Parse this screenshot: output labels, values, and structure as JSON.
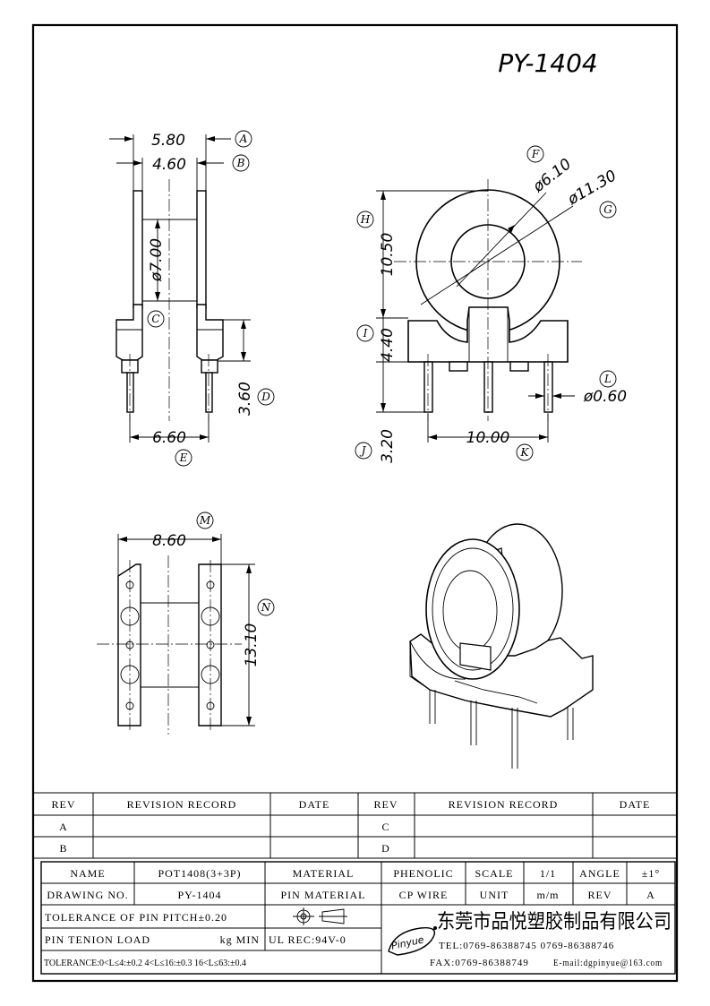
{
  "drawing_number": "PY-1404",
  "dimensions": {
    "a": "5.80",
    "b": "4.60",
    "c": "ø7.00",
    "d": "3.60",
    "e": "6.60",
    "f": "ø6.10",
    "g": "ø11.30",
    "h": "10.50",
    "i": "4.40",
    "j": "3.20",
    "k": "10.00",
    "l": "ø0.60",
    "m": "8.60",
    "n": "13.10"
  },
  "callouts": {
    "a": "A",
    "b": "B",
    "c": "C",
    "d": "D",
    "e": "E",
    "f": "F",
    "g": "G",
    "h": "H",
    "i": "I",
    "j": "J",
    "k": "K",
    "l": "L",
    "m": "M",
    "n": "N"
  },
  "revision_table": {
    "headers": [
      "REV",
      "REVISION RECORD",
      "DATE",
      "REV",
      "REVISION RECORD",
      "DATE"
    ],
    "rows": [
      [
        "A",
        "",
        "",
        "C",
        "",
        ""
      ],
      [
        "B",
        "",
        "",
        "D",
        "",
        ""
      ]
    ]
  },
  "title_block": {
    "name_label": "NAME",
    "name_value": "POT1408(3+3P)",
    "material_label": "MATERIAL",
    "material_value": "PHENOLIC",
    "scale_label": "SCALE",
    "scale_value": "1/1",
    "angle_label": "ANGLE",
    "angle_value": "±1°",
    "drawing_no_label": "DRAWING NO.",
    "drawing_no_value": "PY-1404",
    "pin_material_label": "PIN MATERIAL",
    "pin_material_value": "CP WIRE",
    "unit_label": "UNIT",
    "unit_value": "m/m",
    "rev_label": "REV",
    "rev_value": "A",
    "tolerance_pitch": "TOLERANCE OF PIN PITCH±0.20",
    "pin_tension": "PIN TENION LOAD",
    "pin_tension_value": "kg MIN",
    "ul_rec": "UL REC:94V-0",
    "tolerance_general": "TOLERANCE:0<L≤4:±0.2  4<L≤16:±0.3  16<L≤63:±0.4",
    "company_cn": "东莞市品悦塑胶制品有限公司",
    "tel": "TEL:0769-86388745   0769-86388746",
    "fax": "FAX:0769-86388749",
    "email": "E-mail:dgpinyue@163.com",
    "logo_text": "Pinyue"
  }
}
